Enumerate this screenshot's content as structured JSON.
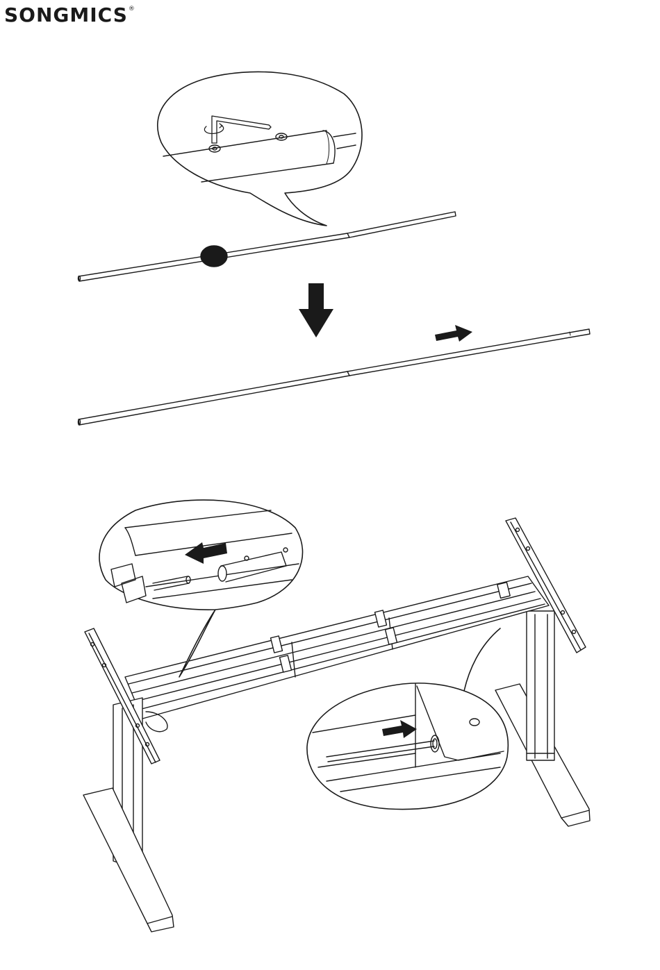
{
  "header": {
    "brand": "SONGMICS",
    "registered_mark": "®"
  },
  "illustrations": [
    {
      "name": "step-tighten-screws-on-rod",
      "icon": "hex-key-icon"
    },
    {
      "name": "step-extend-rod",
      "icon": "arrow-right-icon"
    },
    {
      "name": "step-insert-rod-into-frame",
      "icon": "desk-frame-icon"
    }
  ],
  "colors": {
    "line": "#1a1a1a",
    "background": "#ffffff"
  }
}
